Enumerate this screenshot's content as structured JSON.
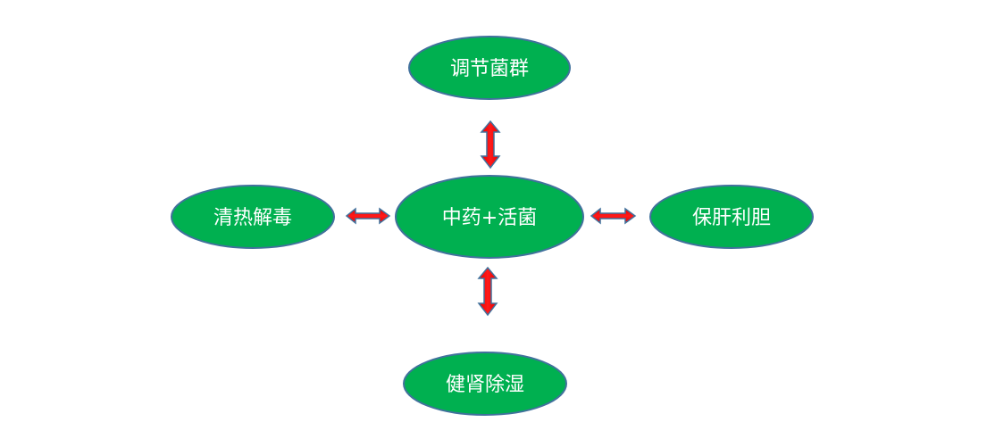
{
  "diagram": {
    "center": {
      "label": "中药+活菌"
    },
    "top": {
      "label": "调节菌群"
    },
    "left": {
      "label": "清热解毒"
    },
    "right": {
      "label": "保肝利胆"
    },
    "bottom": {
      "label": "健肾除湿"
    }
  },
  "colors": {
    "node_fill": "#00B050",
    "node_border": "#41719C",
    "text": "#FFFFFF",
    "arrow_fill": "#FF0000",
    "arrow_border": "#41719C"
  }
}
